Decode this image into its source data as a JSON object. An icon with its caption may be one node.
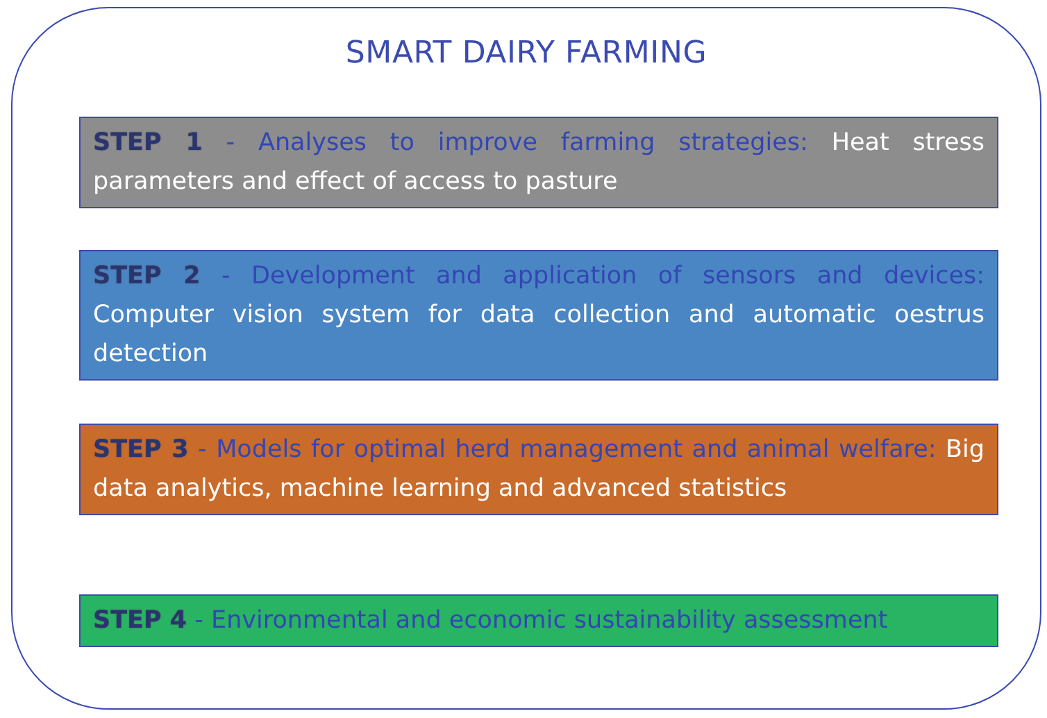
{
  "diagram": {
    "nodes": [
      {
        "text": [
          "SMART DAIRY FARMING"
        ]
      },
      {
        "text": [
          "**STEP 1** - Analyses to improve farming strategies:",
          "Heat stress parameters and effect of access to pasture"
        ],
        "in": 0
      },
      {
        "text": [
          "**STEP 2** - Development and application of sensors and devices:",
          "Computer vision system for data collection and automatic oestrus detection"
        ],
        "in": 0
      },
      {
        "text": [
          "**STEP 3** - Models for optimal herd management and animal welfare:",
          "Big data analytics, machine learning and advanced statistics"
        ],
        "in": 0
      },
      {
        "text": [
          "**STEP 4** - Environmental and economic sustainability assessment"
        ],
        "in": 0
      }
    ]
  }
}
